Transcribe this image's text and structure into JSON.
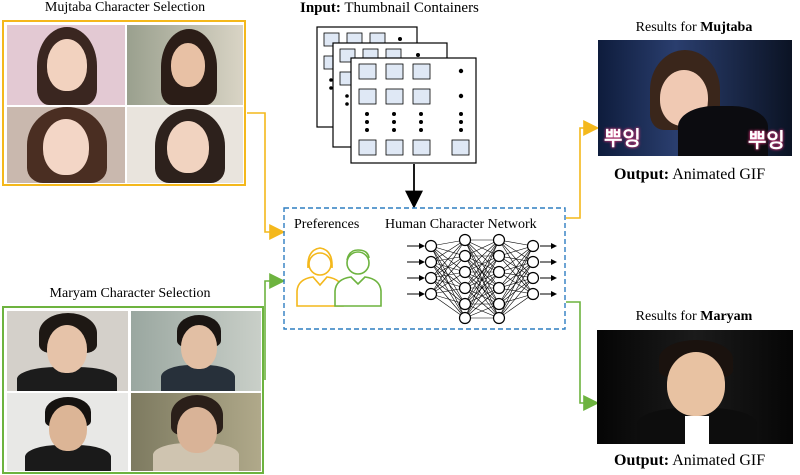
{
  "mujtaba_panel": {
    "title": "Mujtaba Character Selection"
  },
  "maryam_panel": {
    "title": "Maryam Character Selection"
  },
  "input": {
    "bold": "Input:",
    "text": " Thumbnail Containers"
  },
  "network": {
    "preferences_label": "Preferences",
    "name": "Human Character Network"
  },
  "results_mujtaba": {
    "prefix": "Results for ",
    "name": "Mujtaba",
    "caption_left": "뿌잉",
    "caption_right": "뿌잉"
  },
  "results_maryam": {
    "prefix": "Results for ",
    "name": "Maryam"
  },
  "output_mujtaba": {
    "bold": "Output:",
    "text": " Animated GIF"
  },
  "output_maryam": {
    "bold": "Output:",
    "text": " Animated GIF"
  },
  "colors": {
    "mujtaba_accent": "#f4b81c",
    "maryam_accent": "#6db33f",
    "network_box": "#2f7ec1",
    "thumb_fill": "#dfe8f5"
  }
}
